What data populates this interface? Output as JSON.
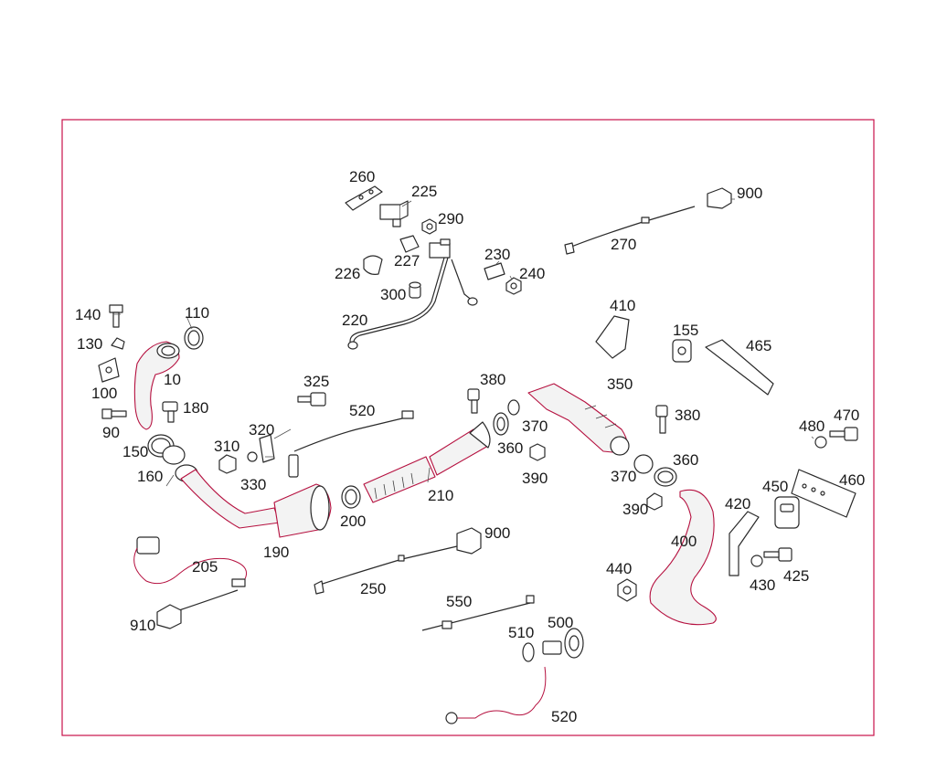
{
  "diagram": {
    "colors": {
      "frame": "#c8124a",
      "highlight": "#b5103f",
      "ink": "#2a2a2a"
    },
    "callouts": {
      "c260": "260",
      "c225": "225",
      "c290": "290",
      "c900a": "900",
      "c270": "270",
      "c230": "230",
      "c240": "240",
      "c226": "226",
      "c227": "227",
      "c300": "300",
      "c220": "220",
      "c410": "410",
      "c155": "155",
      "c465": "465",
      "c140": "140",
      "c110": "110",
      "c130": "130",
      "c10": "10",
      "c100": "100",
      "c180": "180",
      "c90": "90",
      "c150": "150",
      "c160": "160",
      "c325": "325",
      "c520a": "520",
      "c320": "320",
      "c310": "310",
      "c330": "330",
      "c380a": "380",
      "c350": "350",
      "c370a": "370",
      "c360a": "360",
      "c390a": "390",
      "c380b": "380",
      "c360b": "360",
      "c370b": "370",
      "c390b": "390",
      "c480": "480",
      "c470": "470",
      "c460": "460",
      "c450": "450",
      "c200": "200",
      "c210": "210",
      "c190": "190",
      "c900b": "900",
      "c250": "250",
      "c205": "205",
      "c910": "910",
      "c420": "420",
      "c400": "400",
      "c440": "440",
      "c430": "430",
      "c425": "425",
      "c550": "550",
      "c510": "510",
      "c500": "500",
      "c520b": "520"
    }
  }
}
